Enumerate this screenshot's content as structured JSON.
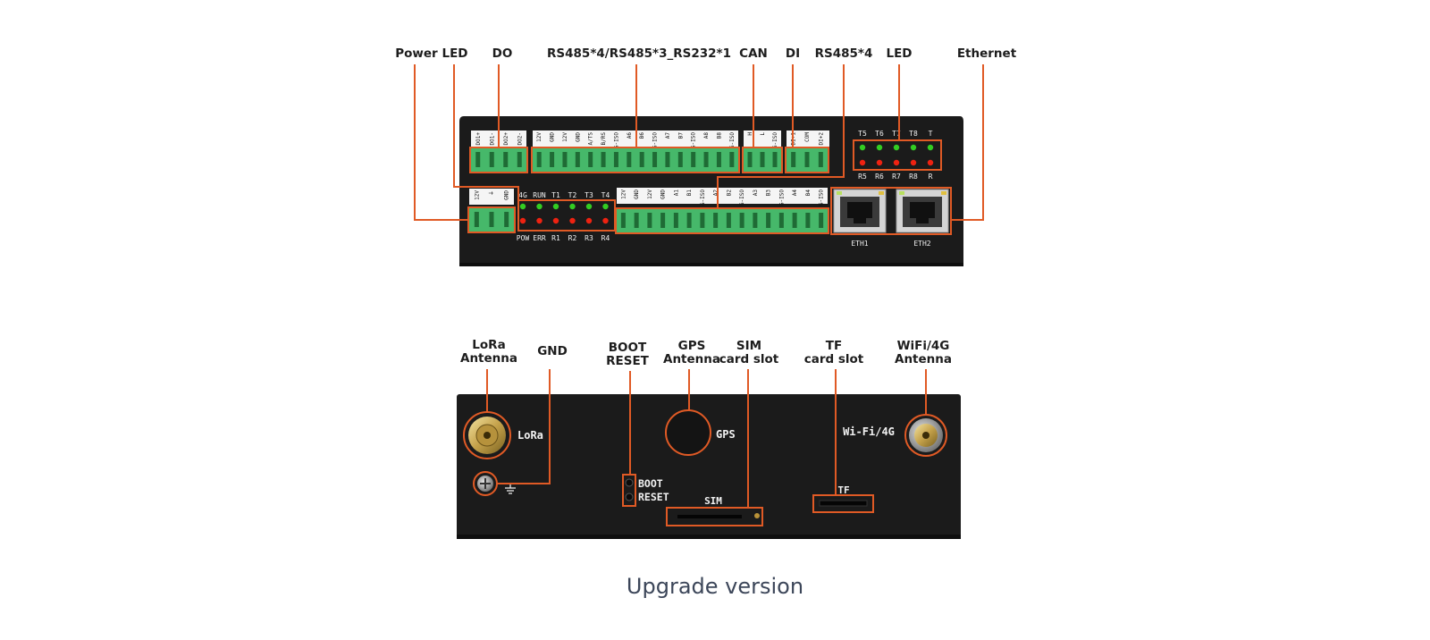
{
  "top_callouts": {
    "power": "Power",
    "led_left": "LED",
    "do": "DO",
    "rs485_combo": "RS485*4/RS485*3_RS232*1",
    "can": "CAN",
    "di": "DI",
    "rs485_4": "RS485*4",
    "led_right": "LED",
    "ethernet": "Ethernet"
  },
  "front_panel": {
    "power_pins": [
      "12V",
      "⏚",
      "GND"
    ],
    "do_pins": [
      "DO1+",
      "DO1-",
      "DO2+",
      "DO2-"
    ],
    "top_block_pins": [
      "12V",
      "GND",
      "12V",
      "GND",
      "A/TS",
      "B/RS",
      "G-ISO",
      "A6",
      "B6",
      "G-ISO",
      "A7",
      "B7",
      "G-ISO",
      "A8",
      "B8",
      "G-ISO"
    ],
    "can_pins": [
      "H",
      "L",
      "G-ISO"
    ],
    "di_pins": [
      "DI+1",
      "COM",
      "DI+2"
    ],
    "led_top_row": [
      "4G",
      "RUN",
      "T1",
      "T2",
      "T3",
      "T4"
    ],
    "led_bottom_row": [
      "POW",
      "ERR",
      "R1",
      "R2",
      "R3",
      "R4"
    ],
    "bottom_block_pins": [
      "12V",
      "GND",
      "12V",
      "GND",
      "A1",
      "B1",
      "G-ISO",
      "A2",
      "B2",
      "G-ISO",
      "A3",
      "B3",
      "G-ISO",
      "A4",
      "B4",
      "G-ISO"
    ],
    "right_led_top": [
      "T5",
      "T6",
      "T7",
      "T8",
      "T"
    ],
    "right_led_bottom": [
      "R5",
      "R6",
      "R7",
      "R8",
      "R"
    ],
    "eth1": "ETH1",
    "eth2": "ETH2"
  },
  "bottom_callouts": {
    "lora_antenna_line1": "LoRa",
    "lora_antenna_line2": "Antenna",
    "gnd": "GND",
    "boot_reset_line1": "BOOT",
    "boot_reset_line2": "RESET",
    "gps_antenna_line1": "GPS",
    "gps_antenna_line2": "Antenna",
    "sim_slot_line1": "SIM",
    "sim_slot_line2": "card slot",
    "tf_slot_line1": "TF",
    "tf_slot_line2": "card slot",
    "wifi_antenna_line1": "WiFi/4G",
    "wifi_antenna_line2": "Antenna"
  },
  "back_panel": {
    "lora": "LoRa",
    "gps": "GPS",
    "wifi_4g": "Wi-Fi/4G",
    "boot": "BOOT",
    "reset": "RESET",
    "sim": "SIM",
    "tf": "TF"
  },
  "caption": "Upgrade version",
  "colors": {
    "accent": "#e05a25",
    "device": "#1b1b1b",
    "terminal": "#46b86a",
    "led_green": "#33cc22",
    "led_red": "#ee2211",
    "caption": "#3c4659"
  }
}
